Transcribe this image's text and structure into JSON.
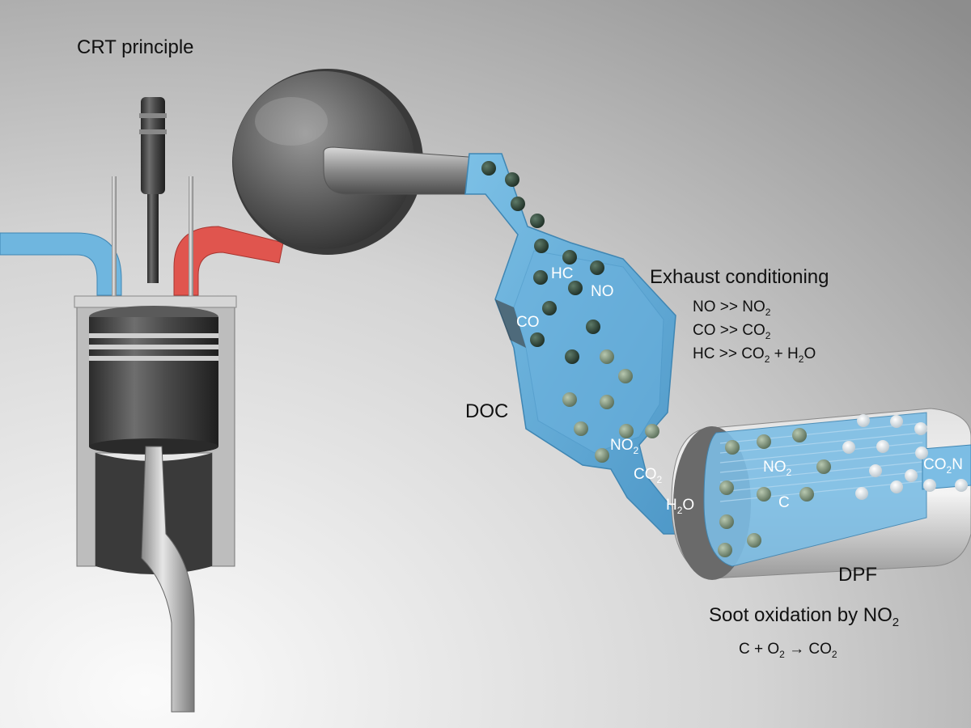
{
  "title": "CRT principle",
  "labels": {
    "doc": "DOC",
    "dpf": "DPF",
    "exhaust_conditioning": "Exhaust conditioning",
    "soot_oxidation": "Soot oxidation by NO",
    "soot_oxidation_sub": "2"
  },
  "reactions_doc": [
    {
      "lhs": "NO",
      "arrow": " >> ",
      "rhs": "NO",
      "rhs_sub": "2",
      "extra": "",
      "extra_sub": "",
      "extra_tail": ""
    },
    {
      "lhs": "CO",
      "arrow": " >> ",
      "rhs": "CO",
      "rhs_sub": "2",
      "extra": "",
      "extra_sub": "",
      "extra_tail": ""
    },
    {
      "lhs": "HC",
      "arrow": " >> ",
      "rhs": "CO",
      "rhs_sub": "2",
      "extra": " + H",
      "extra_sub": "2",
      "extra_tail": "O"
    }
  ],
  "reaction_dpf": {
    "a": "C + O",
    "a_sub": "2",
    "arrow": " → ",
    "b": "CO",
    "b_sub": "2"
  },
  "molecules": {
    "hc": "HC",
    "no": "NO",
    "co": "CO",
    "no2_doc": "NO",
    "no2_doc_sub": "2",
    "co2_doc": "CO",
    "co2_doc_sub": "2",
    "h2o": "H",
    "h2o_sub": "2",
    "h2o_tail": "O",
    "no2_dpf": "NO",
    "no2_dpf_sub": "2",
    "c_dpf": "C",
    "co2_out": "CO",
    "co2_out_sub": "2",
    "n_out": "N"
  },
  "colors": {
    "background_light": "#f4f4f4",
    "background_dark": "#8e8e8e",
    "exhaust_blue": "#5fa9d6",
    "intake_blue": "#6fb6df",
    "hot_red": "#e0554e",
    "metal_dark": "#3c3c3c",
    "soot_dark": "#2f4a3c",
    "soot_light": "#7e947e"
  }
}
